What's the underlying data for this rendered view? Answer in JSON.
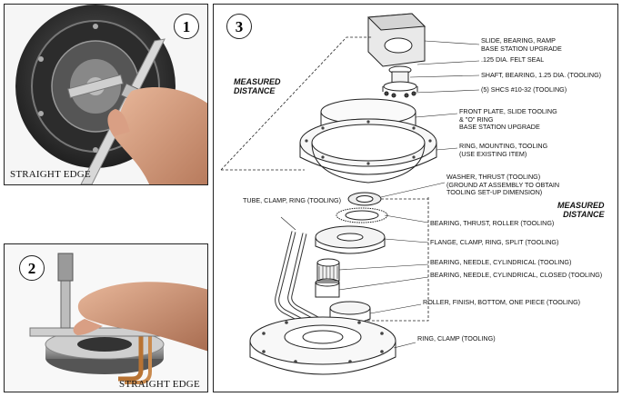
{
  "panels": [
    {
      "number": "1",
      "caption": "STRAIGHT EDGE"
    },
    {
      "number": "2",
      "caption": "STRAIGHT EDGE"
    },
    {
      "number": "3"
    }
  ],
  "diagram": {
    "measured_distance_left": [
      "MEASURED",
      "DISTANCE"
    ],
    "measured_distance_right": [
      "MEASURED",
      "DISTANCE"
    ],
    "callouts": [
      {
        "lines": [
          "SLIDE, BEARING, RAMP",
          "BASE STATION UPGRADE"
        ]
      },
      {
        "lines": [
          ".125 DIA. FELT SEAL"
        ]
      },
      {
        "lines": [
          "SHAFT, BEARING, 1.25 DIA. (TOOLING)"
        ]
      },
      {
        "lines": [
          "(5) SHCS #10-32 (TOOLING)"
        ]
      },
      {
        "lines": [
          "FRONT PLATE, SLIDE TOOLING",
          "& \"O\" RING",
          "BASE STATION UPGRADE"
        ]
      },
      {
        "lines": [
          "RING, MOUNTING, TOOLING",
          "(USE EXISTING ITEM)"
        ]
      },
      {
        "lines": [
          "WASHER, THRUST (TOOLING)",
          "(GROUND AT ASSEMBLY TO OBTAIN",
          "TOOLING SET-UP DIMENSION)"
        ]
      },
      {
        "lines": [
          "TUBE, CLAMP, RING (TOOLING)"
        ]
      },
      {
        "lines": [
          "BEARING, THRUST, ROLLER (TOOLING)"
        ]
      },
      {
        "lines": [
          "FLANGE, CLAMP, RING, SPLIT (TOOLING)"
        ]
      },
      {
        "lines": [
          "BEARING, NEEDLE, CYLINDRICAL (TOOLING)"
        ]
      },
      {
        "lines": [
          "BEARING, NEEDLE, CYLINDRICAL, CLOSED (TOOLING)"
        ]
      },
      {
        "lines": [
          "ROLLER, FINISH, BOTTOM, ONE PIECE (TOOLING)"
        ]
      },
      {
        "lines": [
          "RING, CLAMP (TOOLING)"
        ]
      }
    ]
  }
}
